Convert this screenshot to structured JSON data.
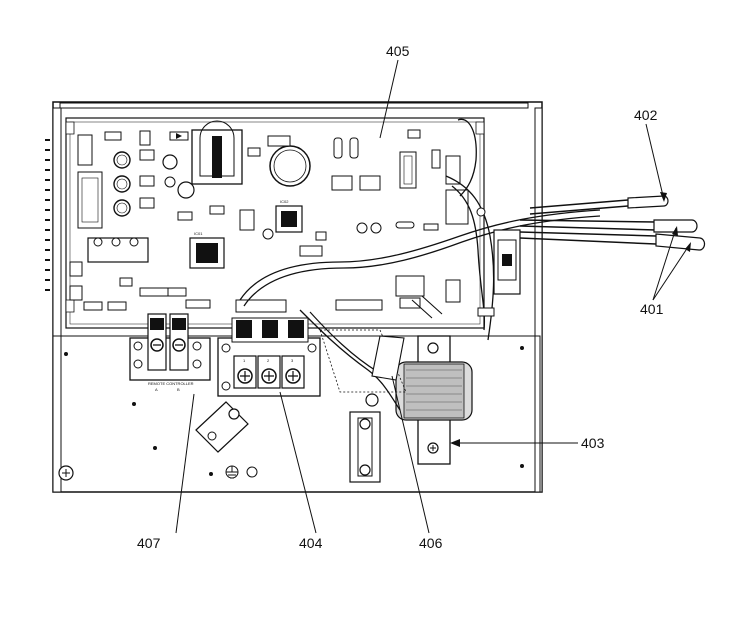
{
  "callouts": {
    "c401": "401",
    "c402": "402",
    "c403": "403",
    "c404": "404",
    "c405": "405",
    "c406": "406",
    "c407": "407"
  },
  "board_labels": {
    "ic_main": "IC01",
    "ic_mid": "IC02",
    "terminal_numbers": [
      "1",
      "2",
      "3"
    ],
    "remote_terminal": "REMOTE CONTROLLER",
    "remote_letters": [
      "A",
      "B"
    ]
  },
  "colors": {
    "line": "#111111",
    "fill": "#ffffff",
    "shade": "#d8d8d8"
  }
}
